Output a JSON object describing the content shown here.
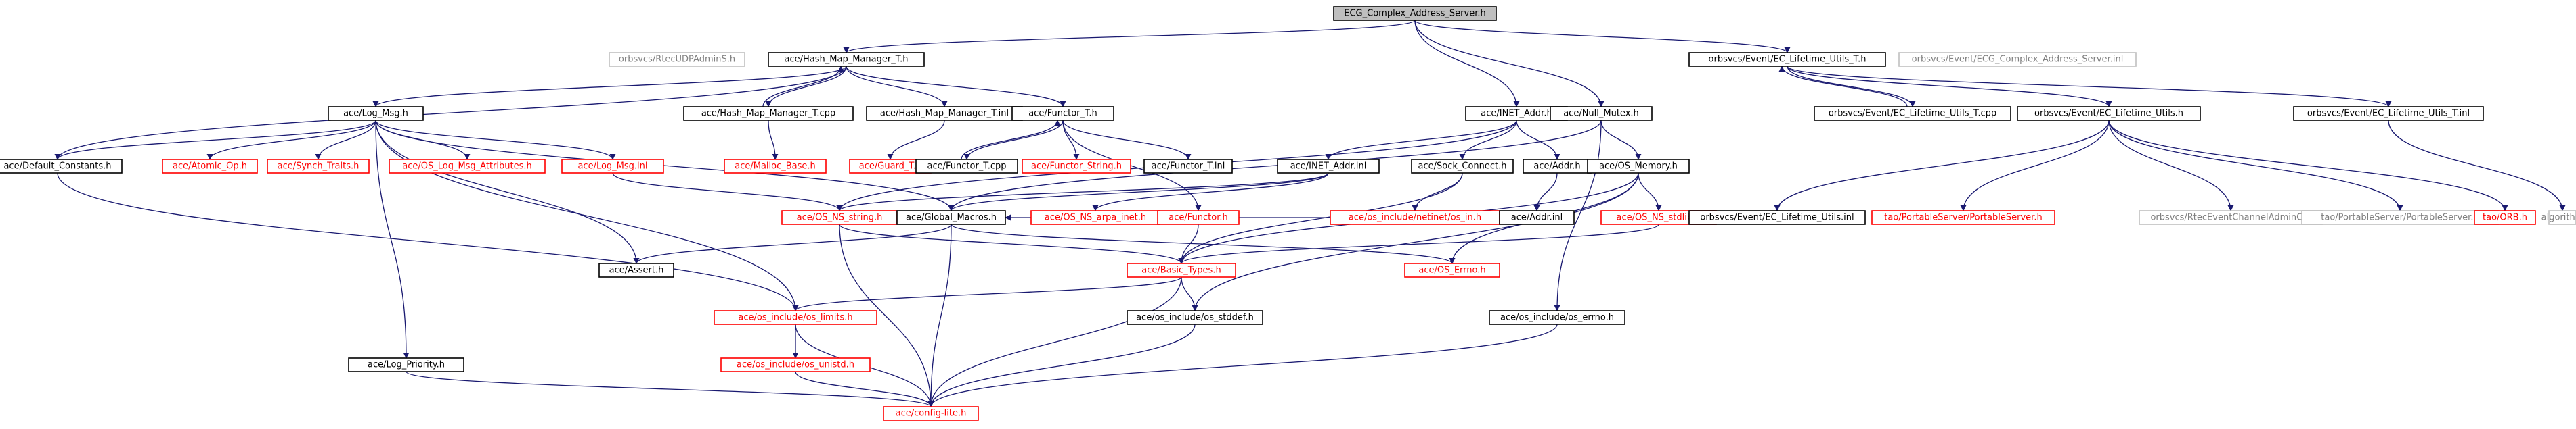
{
  "colors": {
    "edge": "#191970",
    "root_fill": "#bfbfbf",
    "node_border_documented": "#000000",
    "node_border_undocumented": "#ff0000",
    "node_border_external": "#bfbfbf"
  },
  "nodes": [
    {
      "id": "root",
      "label": "ECG_Complex_Address_Server.h",
      "kind": "root"
    },
    {
      "id": "rtecudp",
      "label": "orbsvcs/RtecUDPAdminS.h",
      "kind": "gray"
    },
    {
      "id": "hmm",
      "label": "ace/Hash_Map_Manager_T.h",
      "kind": "black"
    },
    {
      "id": "inet",
      "label": "ace/INET_Addr.h",
      "kind": "black"
    },
    {
      "id": "nullmutex",
      "label": "ace/Null_Mutex.h",
      "kind": "black"
    },
    {
      "id": "ecltu_t",
      "label": "orbsvcs/Event/EC_Lifetime_Utils_T.h",
      "kind": "black"
    },
    {
      "id": "ecgcas_inl",
      "label": "orbsvcs/Event/ECG_Complex_Address_Server.inl",
      "kind": "gray"
    },
    {
      "id": "logmsg",
      "label": "ace/Log_Msg.h",
      "kind": "black"
    },
    {
      "id": "hmmcpp",
      "label": "ace/Hash_Map_Manager_T.cpp",
      "kind": "black"
    },
    {
      "id": "hmminl",
      "label": "ace/Hash_Map_Manager_T.inl",
      "kind": "black"
    },
    {
      "id": "functor_t",
      "label": "ace/Functor_T.h",
      "kind": "black"
    },
    {
      "id": "defconst",
      "label": "ace/Default_Constants.h",
      "kind": "black"
    },
    {
      "id": "atomic",
      "label": "ace/Atomic_Op.h",
      "kind": "red"
    },
    {
      "id": "synch",
      "label": "ace/Synch_Traits.h",
      "kind": "red"
    },
    {
      "id": "oslogmsg",
      "label": "ace/OS_Log_Msg_Attributes.h",
      "kind": "red"
    },
    {
      "id": "logmsginl",
      "label": "ace/Log_Msg.inl",
      "kind": "red"
    },
    {
      "id": "malloc",
      "label": "ace/Malloc_Base.h",
      "kind": "red"
    },
    {
      "id": "guard",
      "label": "ace/Guard_T.h",
      "kind": "red"
    },
    {
      "id": "functorcpp",
      "label": "ace/Functor_T.cpp",
      "kind": "black"
    },
    {
      "id": "functorstr",
      "label": "ace/Functor_String.h",
      "kind": "red"
    },
    {
      "id": "functorinl",
      "label": "ace/Functor_T.inl",
      "kind": "black"
    },
    {
      "id": "inetinl",
      "label": "ace/INET_Addr.inl",
      "kind": "black"
    },
    {
      "id": "sockconn",
      "label": "ace/Sock_Connect.h",
      "kind": "black"
    },
    {
      "id": "addr",
      "label": "ace/Addr.h",
      "kind": "black"
    },
    {
      "id": "osmem",
      "label": "ace/OS_Memory.h",
      "kind": "black"
    },
    {
      "id": "osnsstring",
      "label": "ace/OS_NS_string.h",
      "kind": "red"
    },
    {
      "id": "globalmacros",
      "label": "ace/Global_Macros.h",
      "kind": "black"
    },
    {
      "id": "osnsarpa",
      "label": "ace/OS_NS_arpa_inet.h",
      "kind": "red"
    },
    {
      "id": "functor",
      "label": "ace/Functor.h",
      "kind": "red"
    },
    {
      "id": "netinet",
      "label": "ace/os_include/netinet/os_in.h",
      "kind": "red"
    },
    {
      "id": "addrinl",
      "label": "ace/Addr.inl",
      "kind": "black"
    },
    {
      "id": "osnsstdlib",
      "label": "ace/OS_NS_stdlib.h",
      "kind": "red"
    },
    {
      "id": "assert",
      "label": "ace/Assert.h",
      "kind": "black"
    },
    {
      "id": "basictypes",
      "label": "ace/Basic_Types.h",
      "kind": "red"
    },
    {
      "id": "oserrno",
      "label": "ace/OS_Errno.h",
      "kind": "red"
    },
    {
      "id": "oslimits",
      "label": "ace/os_include/os_limits.h",
      "kind": "red"
    },
    {
      "id": "osstddef",
      "label": "ace/os_include/os_stddef.h",
      "kind": "black"
    },
    {
      "id": "oserrnoh",
      "label": "ace/os_include/os_errno.h",
      "kind": "black"
    },
    {
      "id": "logprio",
      "label": "ace/Log_Priority.h",
      "kind": "black"
    },
    {
      "id": "osunistd",
      "label": "ace/os_include/os_unistd.h",
      "kind": "red"
    },
    {
      "id": "configlite",
      "label": "ace/config-lite.h",
      "kind": "red"
    },
    {
      "id": "ecltucpp",
      "label": "orbsvcs/Event/EC_Lifetime_Utils_T.cpp",
      "kind": "black"
    },
    {
      "id": "ecltu",
      "label": "orbsvcs/Event/EC_Lifetime_Utils.h",
      "kind": "black"
    },
    {
      "id": "ecltuinl",
      "label": "orbsvcs/Event/EC_Lifetime_Utils_T.inl",
      "kind": "black"
    },
    {
      "id": "ecltu_inl",
      "label": "orbsvcs/Event/EC_Lifetime_Utils.inl",
      "kind": "black"
    },
    {
      "id": "tao_pss",
      "label": "tao/PortableServer/PortableServer.h",
      "kind": "red"
    },
    {
      "id": "rtececa",
      "label": "orbsvcs/RtecEventChannelAdminC.h",
      "kind": "gray"
    },
    {
      "id": "tao_pss2",
      "label": "tao/PortableServer/PortableServer.h",
      "kind": "gray"
    },
    {
      "id": "tao_orb",
      "label": "tao/ORB.h",
      "kind": "red"
    },
    {
      "id": "algorithm",
      "label": "algorithm",
      "kind": "gray"
    }
  ]
}
